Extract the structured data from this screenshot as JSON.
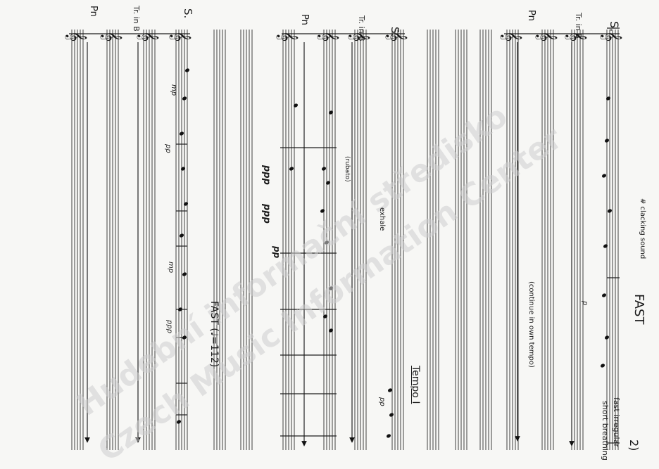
{
  "page_number": "2)",
  "watermark_lines": [
    "Hudební informační středisko",
    "Czech Music Information Center"
  ],
  "systems": [
    {
      "instrument_labels": [
        "S.",
        "Tr. in B",
        "Pn"
      ],
      "tempo_marking": "FAST",
      "annotations": [
        "# clacking sound",
        "fast irregular",
        "short breathing",
        "(continue in own tempo)"
      ],
      "dynamics": [
        "p"
      ]
    },
    {
      "instrument_labels": [
        "S.",
        "Tr. in B",
        "Pn"
      ],
      "tempo_marking": "Tempo I",
      "annotations": [
        "exhale",
        "(rubato)"
      ],
      "dynamics": [
        "pp",
        "ppp",
        "ppp",
        "pp"
      ]
    },
    {
      "instrument_labels": [
        "S.",
        "Tr. in B",
        "Pn"
      ],
      "tempo_marking": "FAST (♩=112)",
      "annotations": [],
      "dynamics": [
        "mp",
        "pp",
        "mp",
        "ppp"
      ]
    }
  ]
}
